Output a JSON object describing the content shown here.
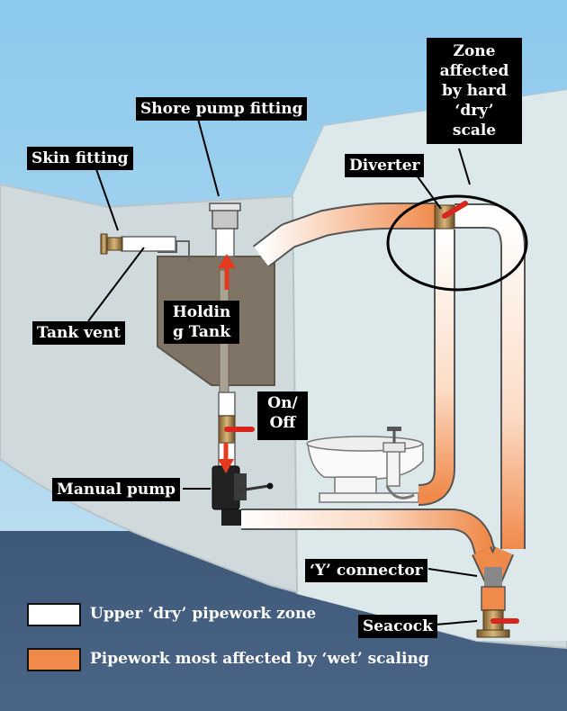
{
  "labels": {
    "shore_pump_fitting": "Shore pump fitting",
    "skin_fitting": "Skin fitting",
    "tank_vent": "Tank vent",
    "holding_tank": "Holdin g Tank",
    "holding_tank_line1": "Holdin",
    "holding_tank_line2": "g Tank",
    "on_off_line1": "On/",
    "on_off_line2": "Off",
    "manual_pump": "Manual pump",
    "diverter": "Diverter",
    "zone_line1": "Zone",
    "zone_line2": "affected",
    "zone_line3": "by hard",
    "zone_line4": "‘dry’",
    "zone_line5": "scale",
    "y_connector": "‘Y’ connector",
    "seacock": "Seacock"
  },
  "legend": [
    {
      "text": "Upper ‘dry’ pipework zone",
      "color": "#ffffff"
    },
    {
      "text": "Pipework most affected by ‘wet’ scaling",
      "color": "#f08a4b"
    }
  ],
  "colors": {
    "sky": "#7fc0e6",
    "sea": "#4a6585",
    "hull": "#d3dde0",
    "cabin": "#dbe7e8",
    "tank": "#7f7466",
    "wet_pipe": "#f08a4b",
    "arrow": "#e53a1e",
    "valve_handle": "#d8251e"
  }
}
